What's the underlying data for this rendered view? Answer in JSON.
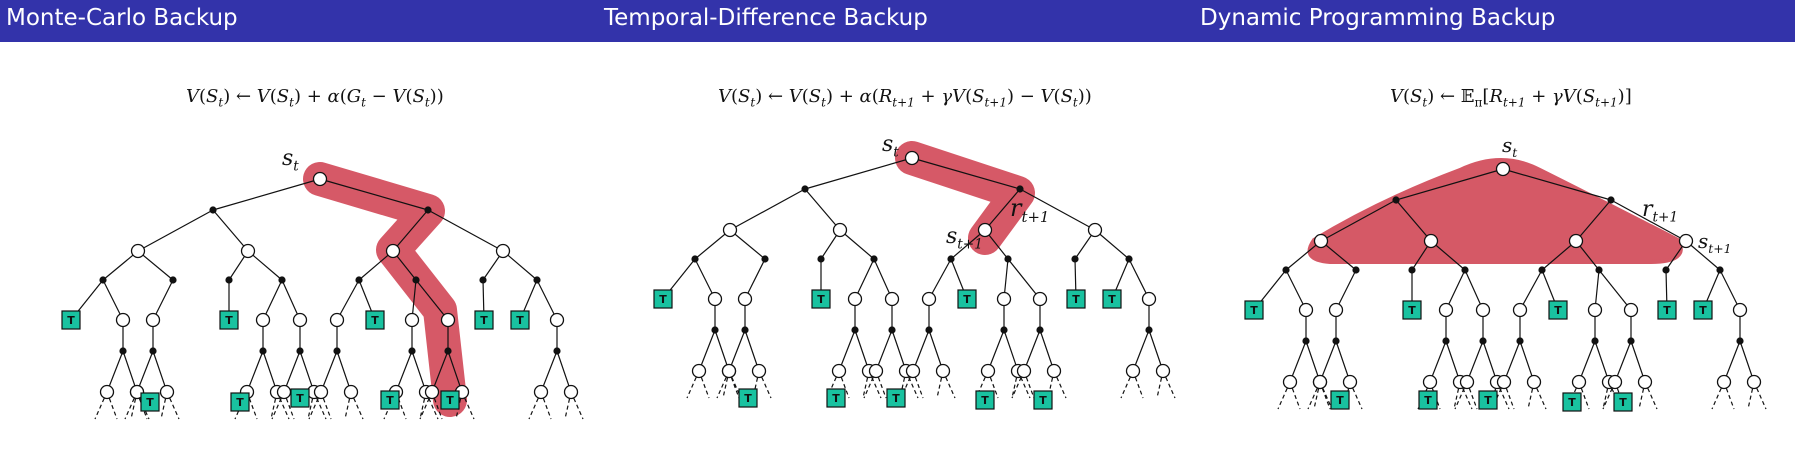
{
  "panels": [
    {
      "title": "Monte-Carlo Backup",
      "labels": {
        "root": "S_t"
      }
    },
    {
      "title": "Temporal-Difference Backup",
      "labels": {
        "root": "S_t",
        "reward": "r_t+1",
        "next": "S_t+1"
      }
    },
    {
      "title": "Dynamic Programming Backup",
      "labels": {
        "root": "S_t",
        "reward": "r_t+1",
        "next": "S_t+1"
      }
    }
  ],
  "formulas": {
    "mc": "V(St) ← V(St) + α(Gt − V(St))",
    "td": "V(St) ← V(St) + α(Rt+1 + γV(St+1) − V(St))",
    "dp": "V(St) ← Eπ[Rt+1 + γV(St+1)]"
  },
  "terminal_label": "T",
  "colors": {
    "header": "#3333aa",
    "highlight": "#d24b5a",
    "terminal": "#19c2a0"
  }
}
